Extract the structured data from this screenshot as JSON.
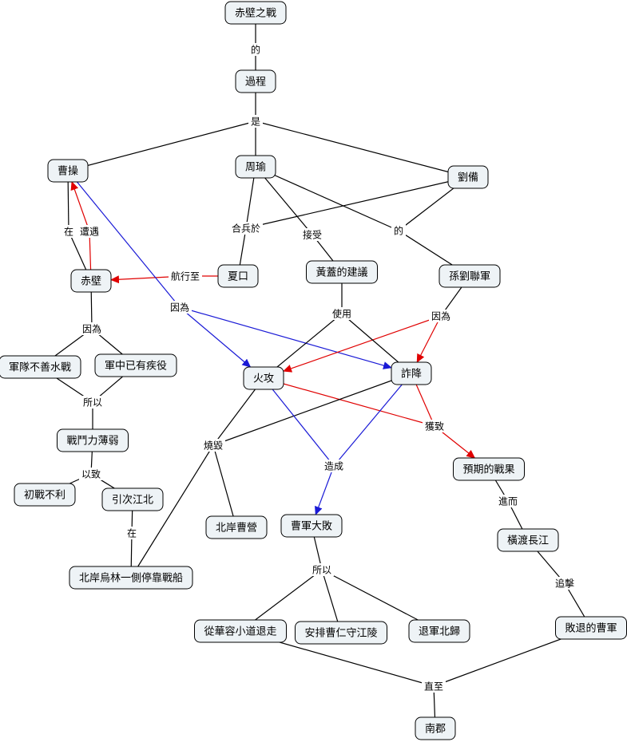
{
  "colors": {
    "black": "#000000",
    "red": "#e00000",
    "blue": "#1a1ad6"
  },
  "nodes": {
    "n_chibi_war": "赤壁之戰",
    "n_process": "過程",
    "n_caocao": "曹操",
    "n_zhouyu": "周瑜",
    "n_liubei": "劉備",
    "n_chibi": "赤壁",
    "n_xiakou": "夏口",
    "n_huanggai": "黃蓋的建議",
    "n_sunliu": "孫劉聯軍",
    "n_army_water": "軍隊不善水戰",
    "n_army_disease": "軍中已有疾役",
    "n_fire": "火攻",
    "n_surrender": "詐降",
    "n_weak": "戰鬥力薄弱",
    "n_expected": "預期的戰果",
    "n_first_loss": "初戰不利",
    "n_retreat_north": "引次江北",
    "n_north_camp": "北岸曹營",
    "n_cao_defeat": "曹軍大敗",
    "n_cross_river": "橫渡長江",
    "n_wulin": "北岸烏林一側停靠戰船",
    "n_huarong": "從華容小道退走",
    "n_caoren": "安排曹仁守江陵",
    "n_back_north": "退軍北歸",
    "n_defeated_army": "敗退的曹軍",
    "n_nanjun": "南郡"
  },
  "labels": {
    "l_de1": "的",
    "l_shi": "是",
    "l_hebing": "合兵於",
    "l_jieshou": "接受",
    "l_de2": "的",
    "l_zai1": "在",
    "l_zaoyu": "遭遇",
    "l_hangxing": "航行至",
    "l_yinwei1": "因為",
    "l_yinwei2": "因為",
    "l_yinwei3": "因為",
    "l_shiyong": "使用",
    "l_suoyi1": "所以",
    "l_huozhi": "獲致",
    "l_shaohui": "燒毀",
    "l_zaocheng": "造成",
    "l_yizhi": "以致",
    "l_zai2": "在",
    "l_jiner": "進而",
    "l_suoyi2": "所以",
    "l_zhuiji": "追擊",
    "l_zhizhi": "直至"
  }
}
